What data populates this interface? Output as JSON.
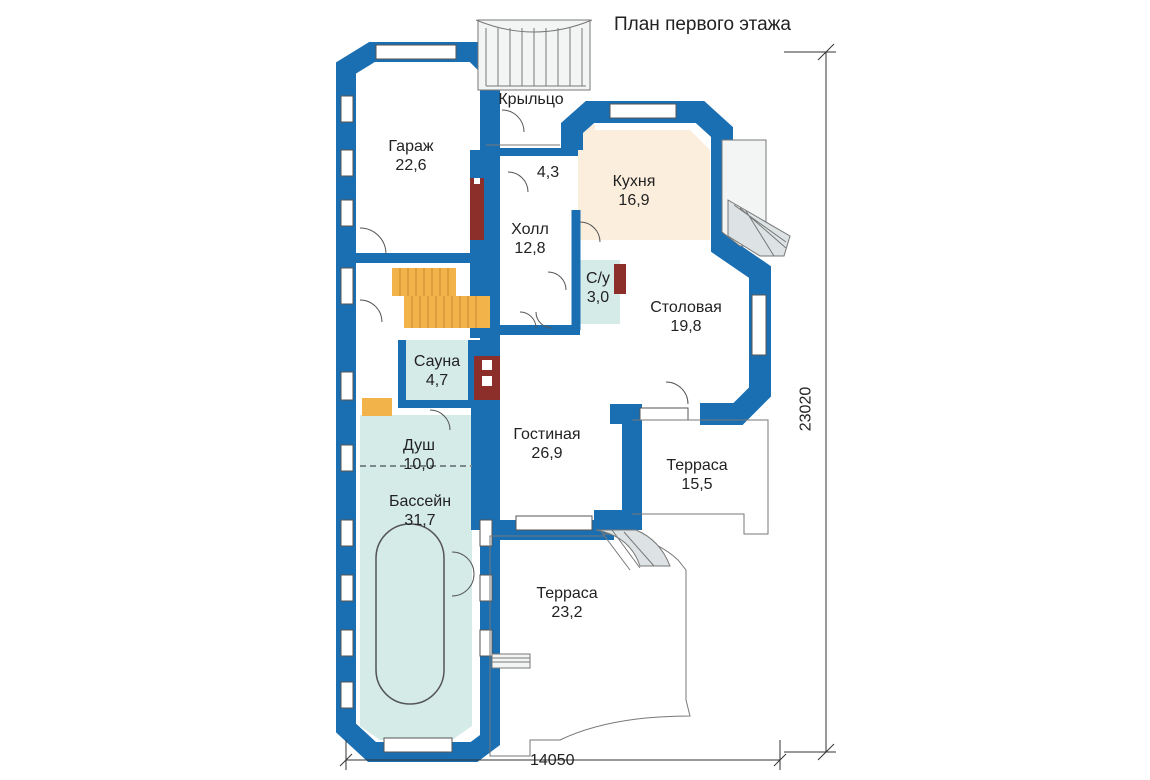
{
  "title": "План первого этажа",
  "rooms": [
    {
      "id": "garage",
      "name": "Гараж",
      "area": "22,6"
    },
    {
      "id": "porch",
      "name": "Крыльцо",
      "area": ""
    },
    {
      "id": "vestibule",
      "name": "",
      "area": "4,3"
    },
    {
      "id": "kitchen",
      "name": "Кухня",
      "area": "16,9"
    },
    {
      "id": "hall",
      "name": "Холл",
      "area": "12,8"
    },
    {
      "id": "wc",
      "name": "С/у",
      "area": "3,0"
    },
    {
      "id": "dining",
      "name": "Столовая",
      "area": "19,8"
    },
    {
      "id": "sauna",
      "name": "Сауна",
      "area": "4,7"
    },
    {
      "id": "shower",
      "name": "Душ",
      "area": "10,0"
    },
    {
      "id": "living",
      "name": "Гостиная",
      "area": "26,9"
    },
    {
      "id": "terrace1",
      "name": "Терраса",
      "area": "15,5"
    },
    {
      "id": "pool",
      "name": "Бассейн",
      "area": "31,7"
    },
    {
      "id": "terrace2",
      "name": "Терраса",
      "area": "23,2"
    }
  ],
  "dimensions": {
    "width": "14050",
    "height": "23020"
  },
  "colors": {
    "wall": "#1a6fb3",
    "kitchen": "#fbeedd",
    "wet": "#d5ebe8",
    "stairs": "#f2b34a",
    "hearth": "#8c2f2a",
    "window": "#ffffff"
  }
}
